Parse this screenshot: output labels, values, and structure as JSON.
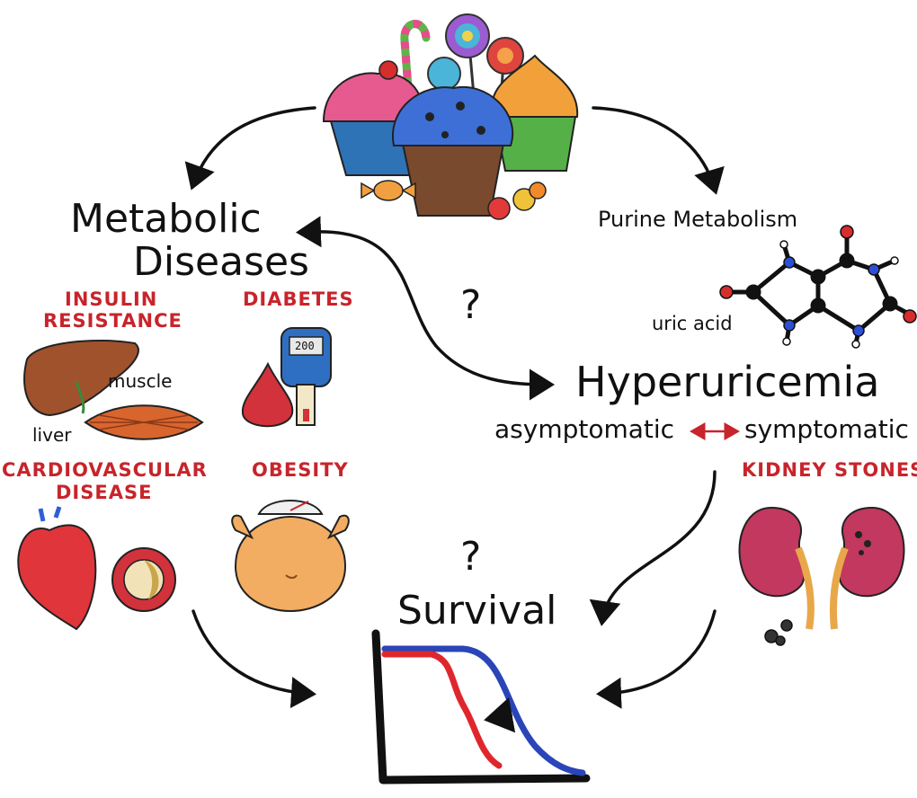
{
  "labels": {
    "metabolic_line1": "Metabolic",
    "metabolic_line2": "Diseases",
    "purine": "Purine Metabolism",
    "uric_acid": "uric acid",
    "hyperuricemia": "Hyperuricemia",
    "asymptomatic": "asymptomatic",
    "symptomatic": "symptomatic",
    "question_top": "?",
    "question_bottom": "?",
    "survival": "Survival",
    "insulin_line1": "INSULIN",
    "insulin_line2": "RESISTANCE",
    "diabetes": "DIABETES",
    "muscle": "muscle",
    "liver": "liver",
    "cardio_line1": "CARDIOVASCULAR",
    "cardio_line2": "DISEASE",
    "obesity": "OBESITY",
    "kidney_stones": "KIDNEY STONES",
    "meter_reading": "200"
  },
  "colors": {
    "category_red": "#c8242b",
    "arrow": "#111111",
    "curve_red": "#e0262d",
    "curve_blue": "#2a45b8"
  }
}
